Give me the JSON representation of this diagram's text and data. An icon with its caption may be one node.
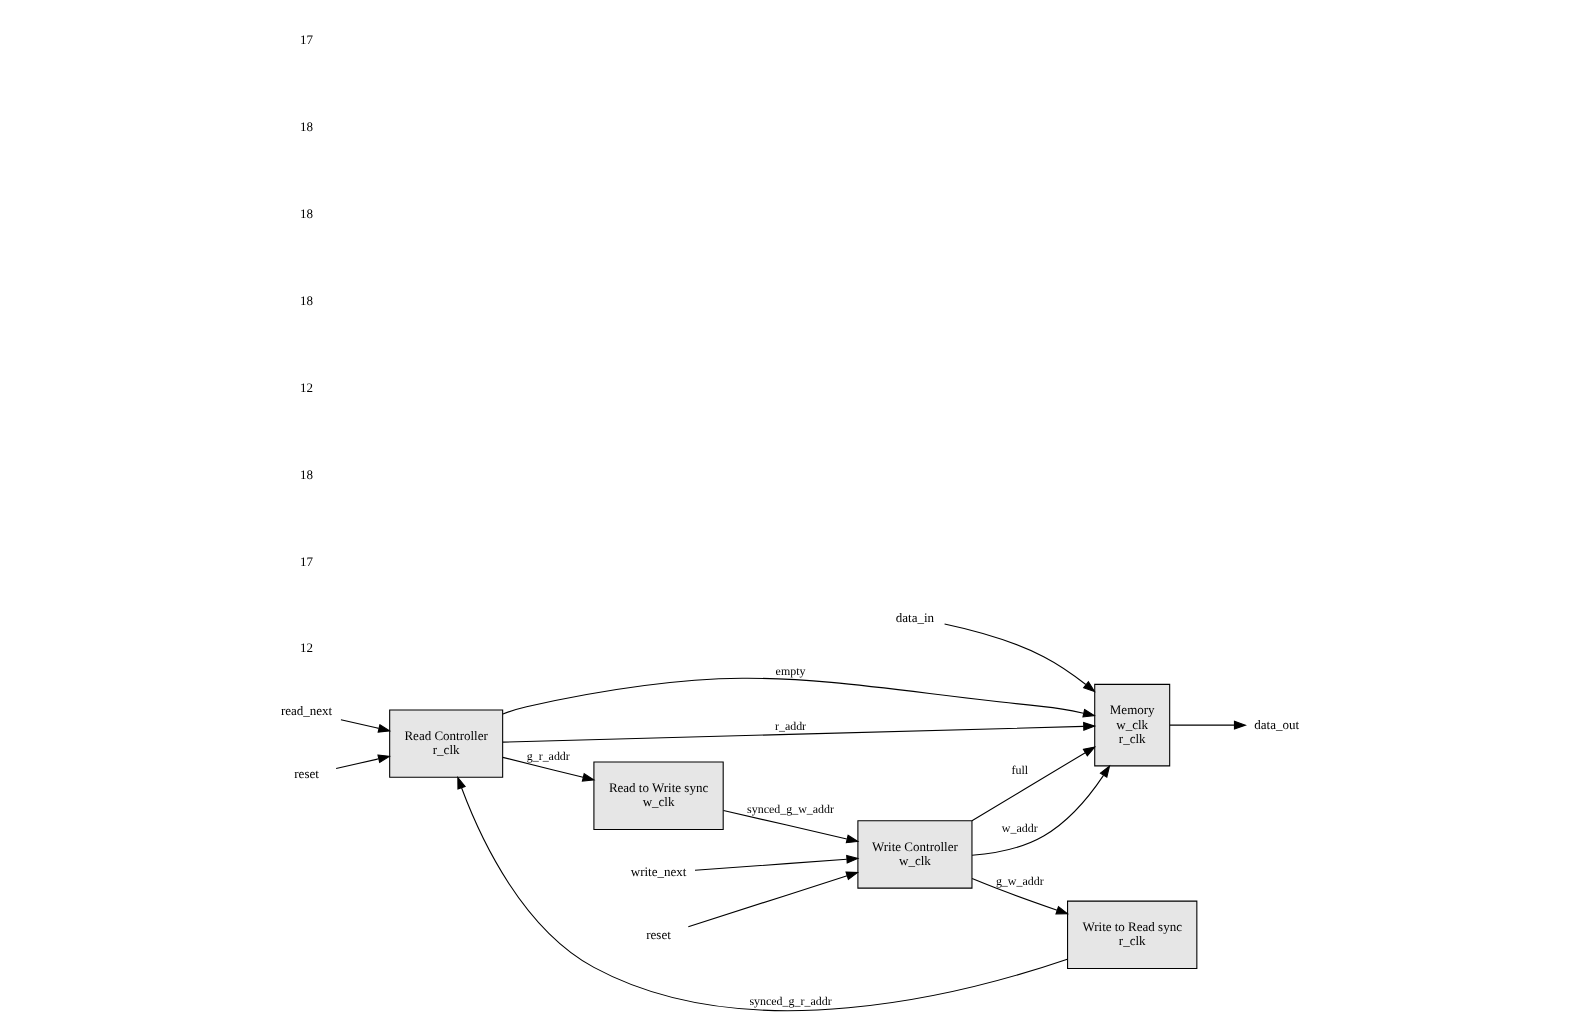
{
  "diagram": {
    "nodes": [
      {
        "text": [
          "read_next"
        ]
      },
      {
        "text": [
          "reset"
        ]
      },
      {
        "text": [
          "Read Controller",
          "r_clk"
        ]
      },
      {
        "text": [
          "Read to Write sync",
          "w_clk"
        ]
      },
      {
        "text": [
          "Memory",
          "w_clk",
          "r_clk"
        ]
      },
      {
        "text": [
          "data_out"
        ]
      },
      {
        "text": [
          "Write Controller",
          "w_clk"
        ]
      },
      {
        "text": [
          "Write to Read sync",
          "r_clk"
        ]
      },
      {
        "text": [
          "write_next"
        ]
      },
      {
        "text": [
          "reset"
        ]
      },
      {
        "text": [
          "data_in"
        ]
      }
    ],
    "edges": [
      {
        "from": 0,
        "to": 2,
        "arrow": "to"
      },
      {
        "from": 1,
        "to": 2,
        "arrow": "to"
      },
      {
        "from": 2,
        "to": 4,
        "arrow": "to",
        "label": "empty"
      },
      {
        "from": 2,
        "to": 4,
        "arrow": "to",
        "label": "r_addr"
      },
      {
        "from": 2,
        "to": 3,
        "arrow": "to",
        "label": "g_r_addr"
      },
      {
        "from": 3,
        "to": 6,
        "arrow": "to",
        "label": "synced_g_w_addr"
      },
      {
        "from": 7,
        "to": 2,
        "arrow": "to",
        "label": "synced_g_r_addr"
      },
      {
        "from": 6,
        "to": 7,
        "arrow": "to",
        "label": "g_w_addr"
      },
      {
        "from": 8,
        "to": 6,
        "arrow": "to"
      },
      {
        "from": 9,
        "to": 6,
        "arrow": "to"
      },
      {
        "from": 6,
        "to": 4,
        "arrow": "to",
        "label": "w_addr"
      },
      {
        "from": 6,
        "to": 4,
        "arrow": "to",
        "label": "full"
      },
      {
        "from": 10,
        "to": 4,
        "arrow": "to"
      },
      {
        "from": 4,
        "to": 5,
        "arrow": "to"
      }
    ],
    "labels": [
      "17",
      "18",
      "18",
      "18",
      "12",
      "18",
      "17",
      "12"
    ]
  }
}
